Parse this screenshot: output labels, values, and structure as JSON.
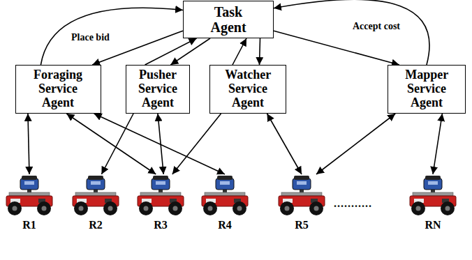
{
  "diagram": {
    "nodes": [
      {
        "text": [
          "Task Agent"
        ]
      },
      {
        "text": [
          "Foraging Service Agent"
        ]
      },
      {
        "text": [
          "Pusher Service Agent"
        ]
      },
      {
        "text": [
          "Watcher Service Agent"
        ]
      },
      {
        "text": [
          "Mapper Service Agent"
        ]
      },
      {
        "text": [
          "R1"
        ]
      },
      {
        "text": [
          "R2"
        ]
      },
      {
        "text": [
          "R3"
        ]
      },
      {
        "text": [
          "R4"
        ]
      },
      {
        "text": [
          "R5"
        ]
      },
      {
        "text": [
          "RN"
        ]
      }
    ],
    "edges": [
      {
        "from": 1,
        "to": 0,
        "arrow": "to",
        "label": "Place bid"
      },
      {
        "from": 0,
        "to": 1,
        "arrow": "to"
      },
      {
        "from": 2,
        "to": 0,
        "arrow": "to"
      },
      {
        "from": 0,
        "to": 2,
        "arrow": "to"
      },
      {
        "from": 3,
        "to": 0,
        "arrow": "to"
      },
      {
        "from": 0,
        "to": 3,
        "arrow": "to"
      },
      {
        "from": 0,
        "to": 4,
        "arrow": "to"
      },
      {
        "from": 4,
        "to": 0,
        "arrow": "to",
        "label": "Accept cost"
      },
      {
        "from": 1,
        "to": 5,
        "arrow": "both"
      },
      {
        "from": 1,
        "to": 7,
        "arrow": "both"
      },
      {
        "from": 1,
        "to": 8,
        "arrow": "both"
      },
      {
        "from": 2,
        "to": 6,
        "arrow": "to"
      },
      {
        "from": 2,
        "to": 7,
        "arrow": "both"
      },
      {
        "from": 3,
        "to": 7,
        "arrow": "to"
      },
      {
        "from": 3,
        "to": 9,
        "arrow": "both"
      },
      {
        "from": 4,
        "to": 9,
        "arrow": "both"
      },
      {
        "from": 4,
        "to": 10,
        "arrow": "both"
      }
    ],
    "labels": [
      "..........."
    ]
  }
}
